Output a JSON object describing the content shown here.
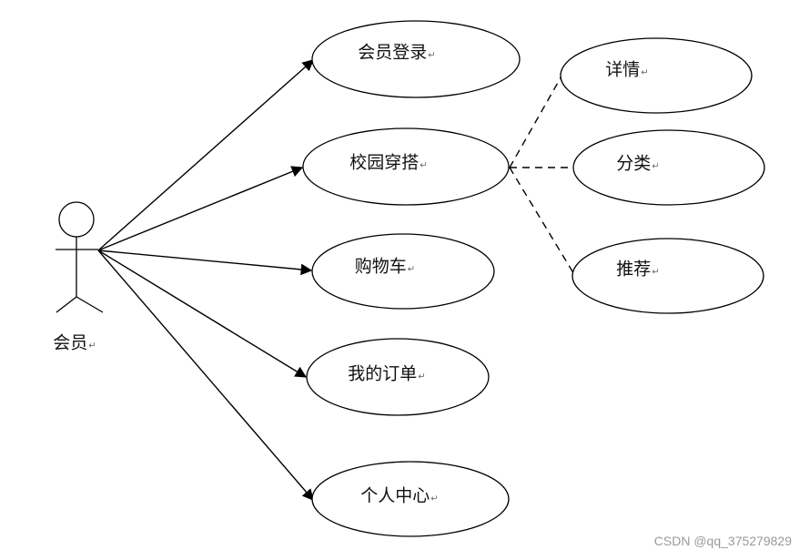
{
  "diagram": {
    "actor": {
      "label": "会员"
    },
    "use_cases": [
      {
        "label": "会员登录"
      },
      {
        "label": "校园穿搭"
      },
      {
        "label": "购物车"
      },
      {
        "label": "我的订单"
      },
      {
        "label": "个人中心"
      }
    ],
    "sub_cases": [
      {
        "label": "详情"
      },
      {
        "label": "分类"
      },
      {
        "label": "推荐"
      }
    ],
    "return_mark": "↵"
  },
  "watermark": "CSDN @qq_375279829"
}
